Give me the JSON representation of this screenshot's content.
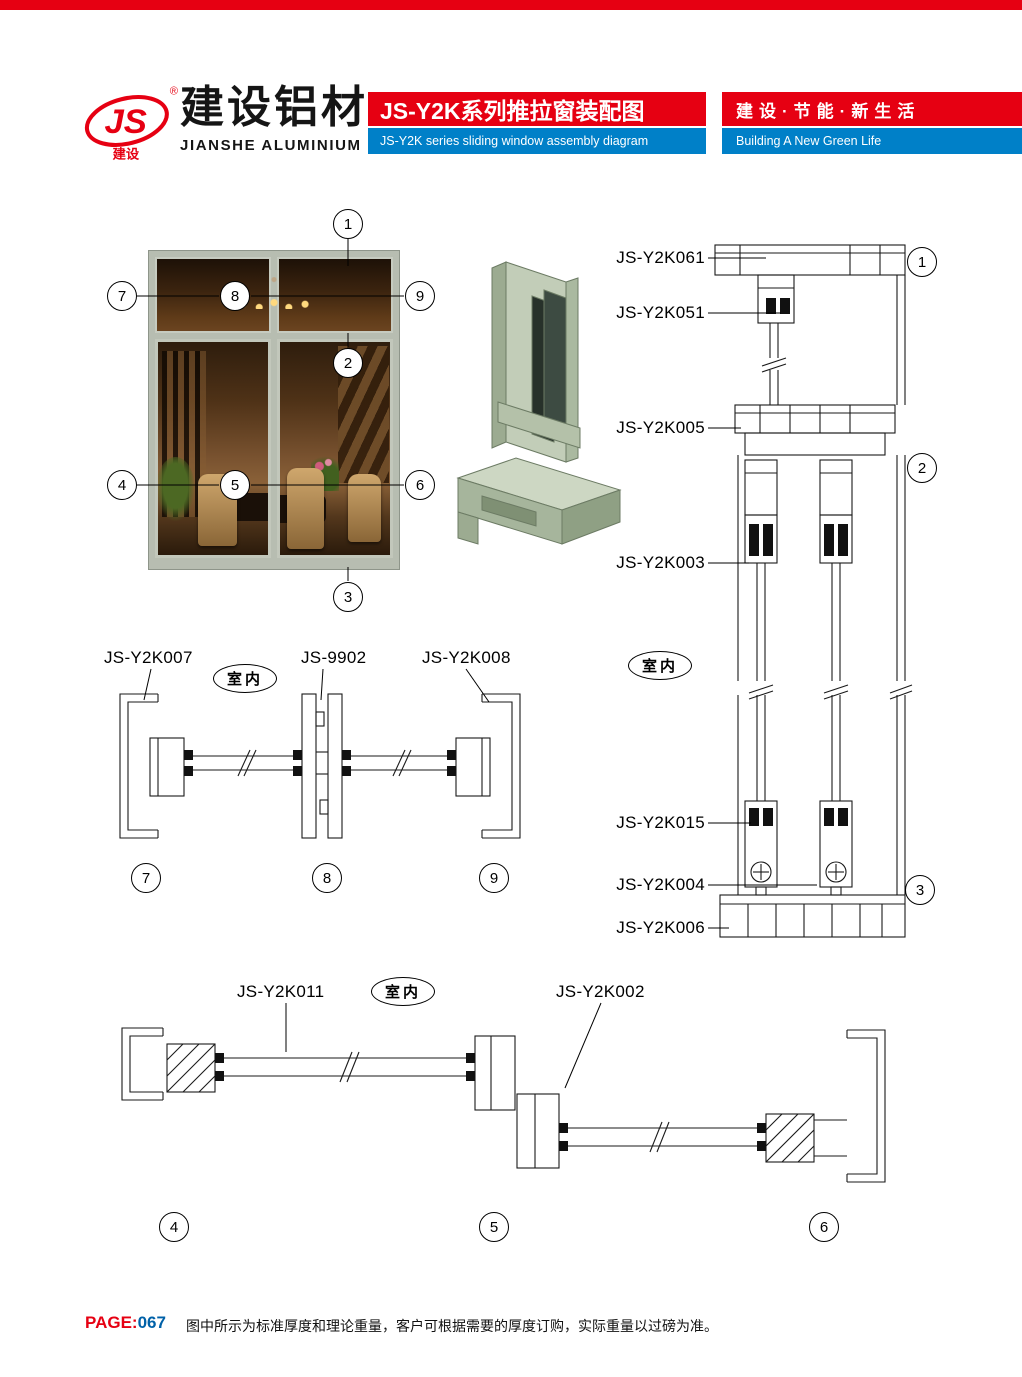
{
  "colors": {
    "accent_red": "#e60012",
    "accent_blue": "#0080c8",
    "page_number_blue": "#0061a8",
    "profile_green": "#c2cdb8"
  },
  "header": {
    "logo_mark": "JS",
    "logo_reg": "®",
    "logo_caption": "建设",
    "brand_cn": "建设铝材",
    "brand_en": "JIANSHE ALUMINIUM",
    "title_cn": "JS-Y2K系列推拉窗装配图",
    "title_en": "JS-Y2K series sliding window assembly diagram",
    "slogan_cn": "建设·节能·新生活",
    "slogan_en": "Building A New Green Life"
  },
  "overview": {
    "callouts": [
      "1",
      "2",
      "3",
      "4",
      "5",
      "6",
      "7",
      "8",
      "9"
    ]
  },
  "vertical_section": {
    "labels": [
      "JS-Y2K061",
      "JS-Y2K051",
      "JS-Y2K005",
      "JS-Y2K003",
      "JS-Y2K015",
      "JS-Y2K004",
      "JS-Y2K006"
    ],
    "indoor_label": "室内",
    "callouts": [
      "1",
      "2",
      "3"
    ]
  },
  "horizontal_section_top": {
    "labels": [
      "JS-Y2K007",
      "JS-9902",
      "JS-Y2K008"
    ],
    "indoor_label": "室内",
    "callouts": [
      "7",
      "8",
      "9"
    ]
  },
  "horizontal_section_bottom": {
    "labels": [
      "JS-Y2K011",
      "JS-Y2K002"
    ],
    "indoor_label": "室内",
    "callouts": [
      "4",
      "5",
      "6"
    ]
  },
  "footer": {
    "page_label": "PAGE:",
    "page_number": "067",
    "note": "图中所示为标准厚度和理论重量，客户可根据需要的厚度订购，实际重量以过磅为准。"
  }
}
